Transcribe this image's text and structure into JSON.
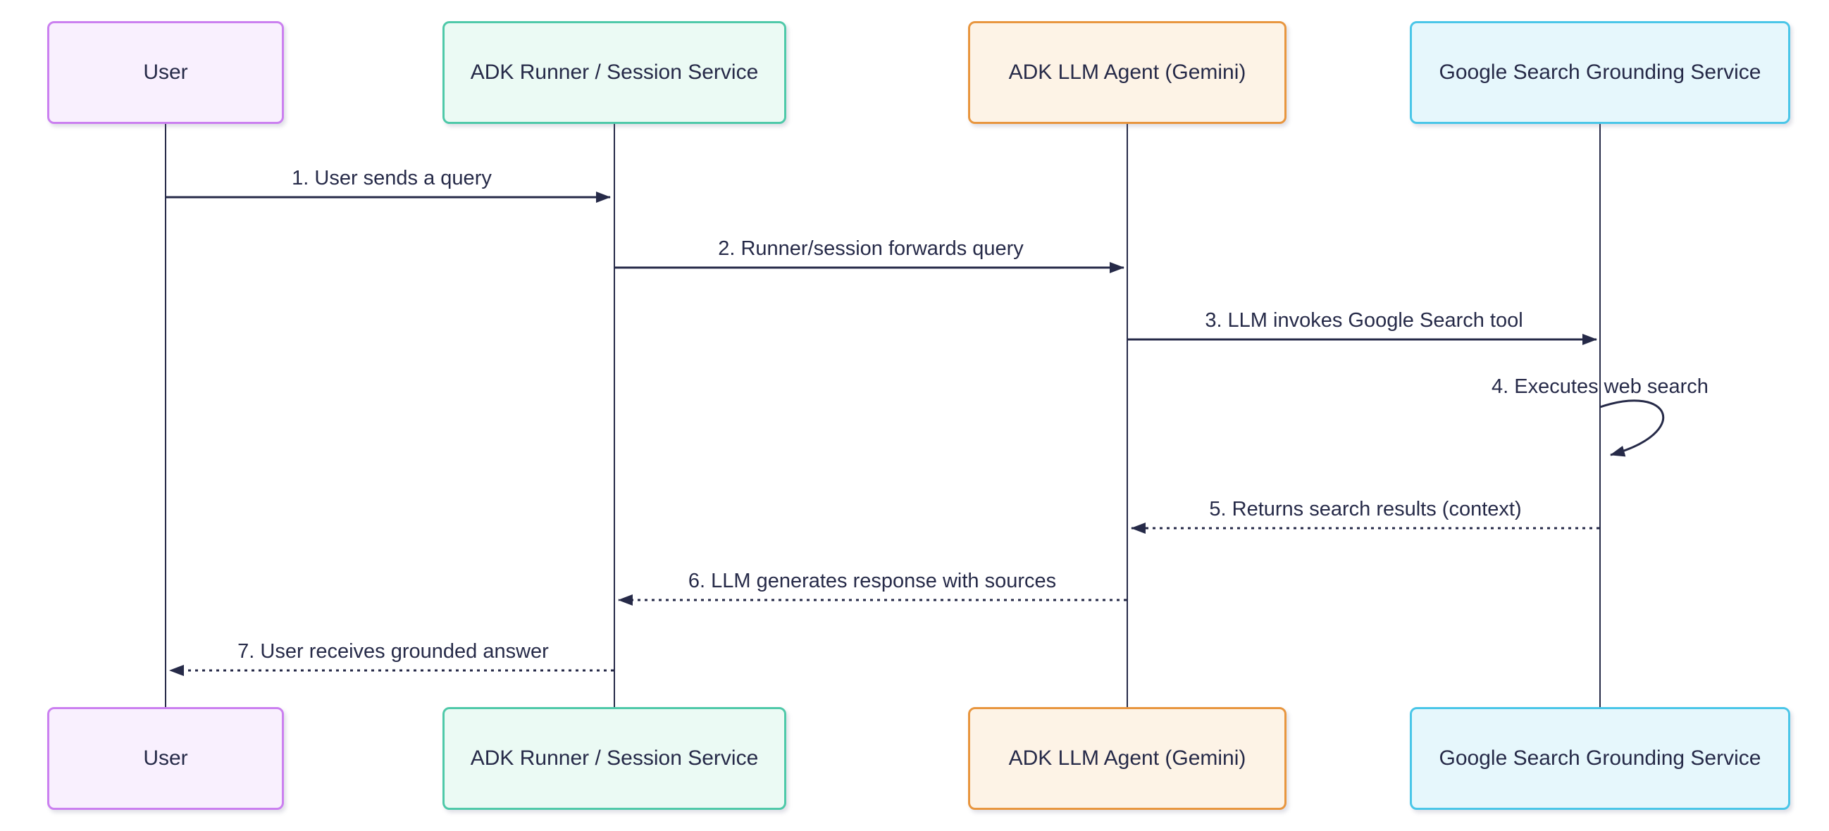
{
  "diagram": {
    "type": "sequence-diagram",
    "background": "#ffffff",
    "line_color": "#262a48",
    "text_color": "#262a48",
    "actors": [
      {
        "label": "User",
        "fill": "#f9f0fe",
        "border": "#cb80f0"
      },
      {
        "label": "ADK Runner / Session Service",
        "fill": "#ebfaf4",
        "border": "#4fc9a9"
      },
      {
        "label": "ADK LLM Agent (Gemini)",
        "fill": "#fdf3e6",
        "border": "#e8963f"
      },
      {
        "label": "Google Search Grounding Service",
        "fill": "#e6f7fc",
        "border": "#4ac6e8"
      }
    ],
    "messages": [
      {
        "label": "1. User sends a query",
        "from": "User",
        "to": "ADK Runner / Session Service",
        "line": "solid"
      },
      {
        "label": "2. Runner/session forwards query",
        "from": "ADK Runner / Session Service",
        "to": "ADK LLM Agent (Gemini)",
        "line": "solid"
      },
      {
        "label": "3. LLM invokes Google Search tool",
        "from": "ADK LLM Agent (Gemini)",
        "to": "Google Search Grounding Service",
        "line": "solid"
      },
      {
        "label": "4. Executes web search",
        "from": "Google Search Grounding Service",
        "to": "Google Search Grounding Service",
        "line": "solid-self-loop"
      },
      {
        "label": "5. Returns search results (context)",
        "from": "Google Search Grounding Service",
        "to": "ADK LLM Agent (Gemini)",
        "line": "dotted"
      },
      {
        "label": "6. LLM generates response with sources",
        "from": "ADK LLM Agent (Gemini)",
        "to": "ADK Runner / Session Service",
        "line": "dotted"
      },
      {
        "label": "7. User receives grounded answer",
        "from": "ADK Runner / Session Service",
        "to": "User",
        "line": "dotted"
      }
    ]
  }
}
